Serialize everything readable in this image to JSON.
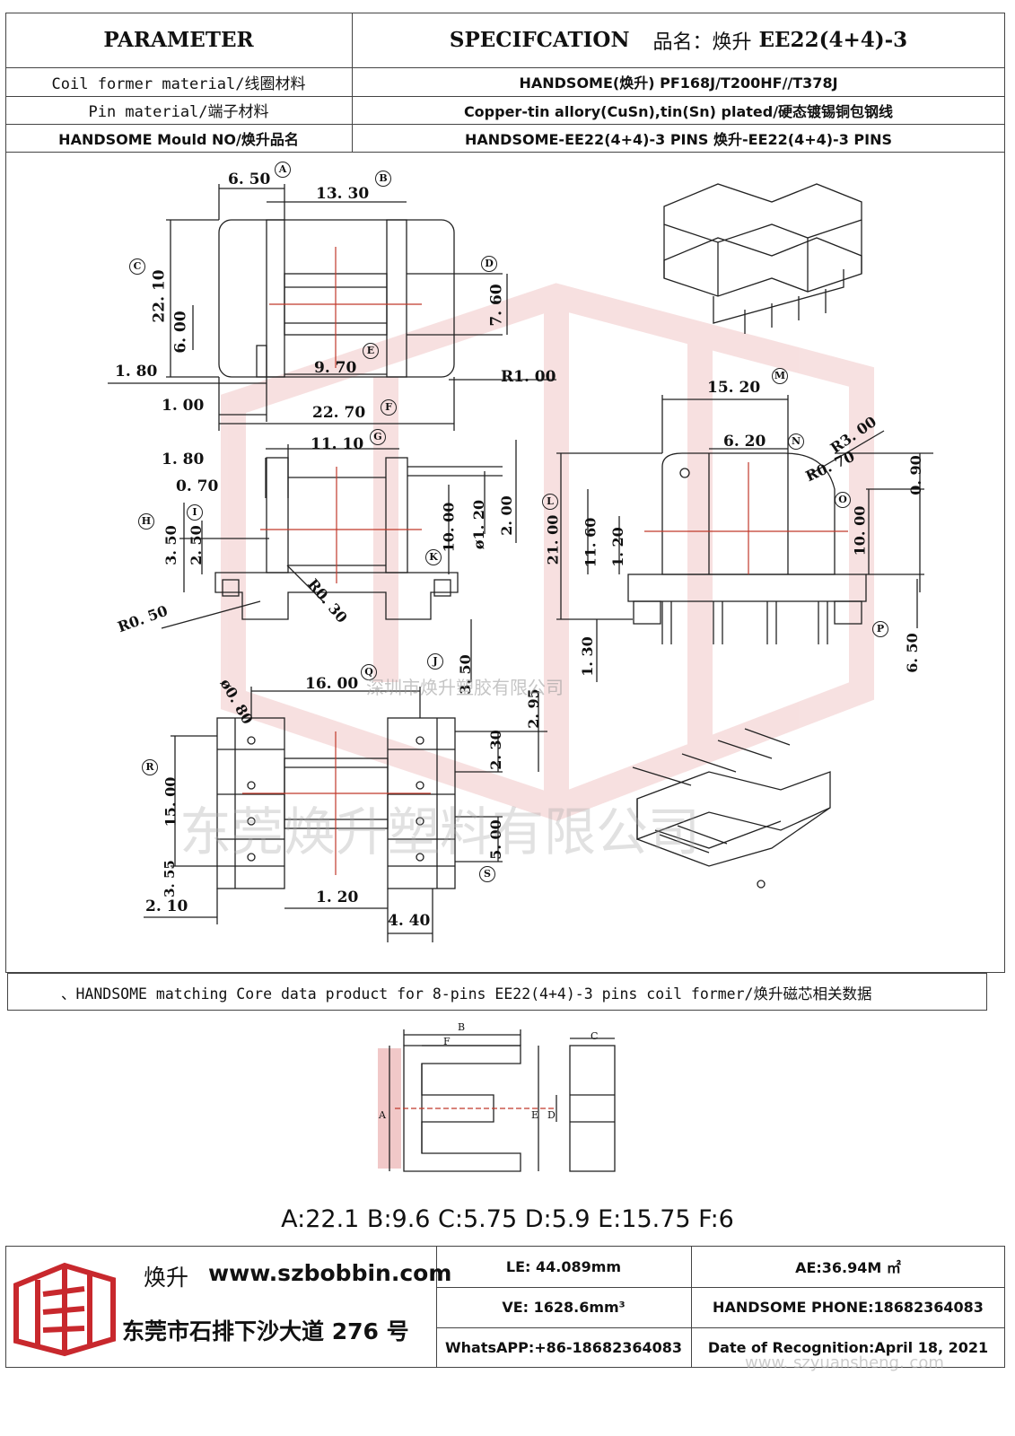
{
  "header": {
    "parameter": "PARAMETER",
    "spec_label": "SPECIFCATION",
    "product_label": "品名：焕升",
    "product_code": "EE22(4+4)-3"
  },
  "rows": [
    {
      "label": "Coil former material/线圈材料",
      "value": "HANDSOME(焕升)    PF168J/T200HF//T378J"
    },
    {
      "label": "Pin material/端子材料",
      "value": "Copper-tin allory(CuSn),tin(Sn) plated/硬态镀锡铜包钢线"
    },
    {
      "label": "HANDSOME Mould NO/焕升品名",
      "value": "HANDSOME-EE22(4+4)-3 PINS    焕升-EE22(4+4)-3 PINS"
    }
  ],
  "top_view": {
    "dims": [
      "6. 50",
      "13. 30",
      "22. 10",
      "6. 00",
      "7. 60",
      "1. 80",
      "9. 70",
      "R1. 00",
      "1. 00",
      "22. 70"
    ],
    "markers": [
      "A",
      "B",
      "C",
      "D",
      "E",
      "F"
    ]
  },
  "side_view": {
    "dims": [
      "1. 80",
      "11. 10",
      "0. 70",
      "3. 50",
      "2. 50",
      "10. 00",
      "ø1. 20",
      "2. 00",
      "R0. 30",
      "R0. 50",
      "3. 50"
    ],
    "markers": [
      "G",
      "H",
      "I",
      "K",
      "J"
    ]
  },
  "front_view": {
    "dims": [
      "15. 20",
      "6. 20",
      "R3. 00",
      "R0. 70",
      "0. 90",
      "21. 00",
      "11. 60",
      "1. 20",
      "10. 00",
      "6. 50",
      "1. 30"
    ],
    "markers": [
      "M",
      "N",
      "L",
      "O",
      "P"
    ]
  },
  "bottom_view": {
    "dims": [
      "16. 00",
      "ø0. 80",
      "2. 95",
      "2. 30",
      "15. 00",
      "5. 00",
      "3. 55",
      "2. 10",
      "1. 20",
      "4. 40"
    ],
    "markers": [
      "Q",
      "R",
      "S"
    ]
  },
  "watermarks": [
    "深圳市焕升塑胶有限公司",
    "东莞焕升塑料有限公司",
    "www. szyuansheng. com"
  ],
  "core_section": {
    "title": "、HANDSOME matching Core data  product for 8-pins EE22(4+4)-3 pins coil former/焕升磁芯相关数据",
    "labels": [
      "B",
      "F",
      "A",
      "E",
      "C",
      "D"
    ],
    "values": "A:22.1 B:9.6 C:5.75 D:5.9 E:15.75 F:6"
  },
  "footer": {
    "brand": "焕升",
    "website": "www.szbobbin.com",
    "address": "东莞市石排下沙大道 276 号",
    "le": "LE: 44.089mm",
    "ae": "AE:36.94M ㎡",
    "ve": "VE: 1628.6mm³",
    "phone": "HANDSOME PHONE:18682364083",
    "whatsapp": "WhatsAPP:+86-18682364083",
    "date": "Date of Recognition:April 18, 2021"
  },
  "colors": {
    "border": "#444444",
    "logo_red": "#c8282d",
    "center_line": "#c0392b"
  }
}
